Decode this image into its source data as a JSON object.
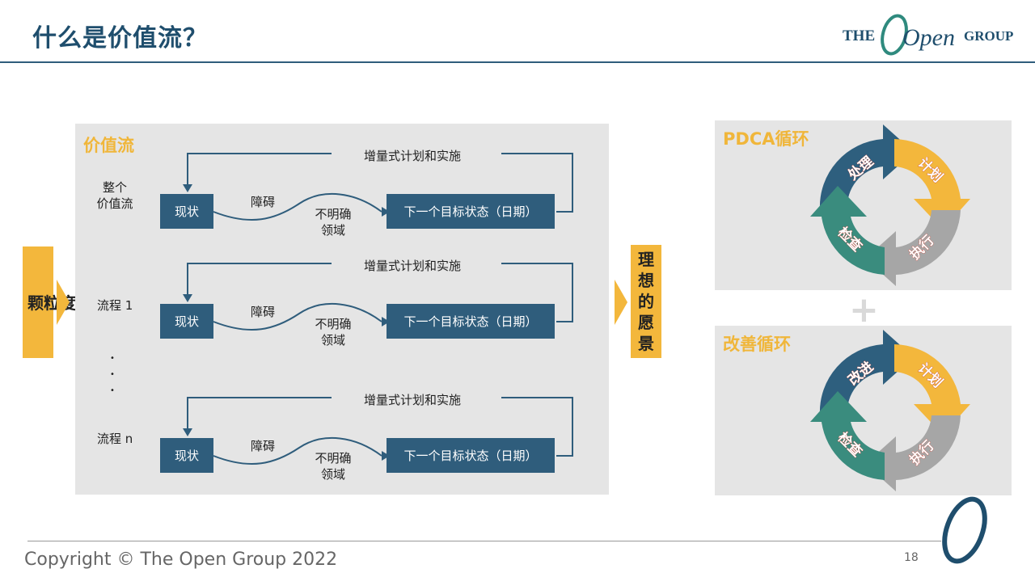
{
  "header": {
    "title": "什么是价值流？",
    "logo": {
      "the": "THE",
      "open": "Open",
      "group": "GROUP"
    }
  },
  "value_stream": {
    "title": "价值流",
    "rows": [
      {
        "level": "整个\n价值流",
        "feedback": "增量式计划和实施",
        "current": "现状",
        "obstacle": "障碍",
        "unclear": "不明确\n领域",
        "target": "下一个目标状态（日期）"
      },
      {
        "level": "流程 1",
        "feedback": "增量式计划和实施",
        "current": "现状",
        "obstacle": "障碍",
        "unclear": "不明确\n领域",
        "target": "下一个目标状态（日期）"
      },
      {
        "level": "流程 n",
        "feedback": "增量式计划和实施",
        "current": "现状",
        "obstacle": "障碍",
        "unclear": "不明确\n领域",
        "target": "下一个目标状态（日期）"
      }
    ],
    "ellipsis": "•\n•\n•"
  },
  "left_bar": {
    "label": "颗粒度水平"
  },
  "right_bar": {
    "label": "理想的愿景"
  },
  "pdca": {
    "title": "PDCA循环",
    "segments": [
      "处理",
      "计划",
      "执行",
      "检查"
    ]
  },
  "plus": "+",
  "improve": {
    "title": "改善循环",
    "segments": [
      "改进",
      "计划",
      "执行",
      "检查"
    ]
  },
  "footer": {
    "copyright": "Copyright © The Open Group 2022",
    "page": "18"
  },
  "colors": {
    "accent_gold": "#f3b73c",
    "navy": "#2f5d7c",
    "teal": "#3a8c7e",
    "gray": "#a6a6a6"
  }
}
